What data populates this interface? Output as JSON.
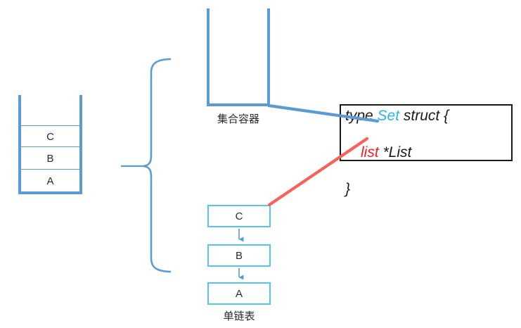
{
  "colors": {
    "primary_blue": "#5B9BD5",
    "linked_list_border": "#55C4F2",
    "red_connector": "#FA6156",
    "code_type_name_color": "#29B5EF",
    "code_field_name_color": "#F81D1D",
    "text_color": "#2b2b2b",
    "code_box_border": "#1a1a1a"
  },
  "stack_container": {
    "cells": [
      "C",
      "B",
      "A"
    ]
  },
  "set_container": {
    "label": "集合容器"
  },
  "code_box": {
    "keyword": "type ",
    "type_name": "Set",
    "struct_open": " struct {",
    "field_name": "list",
    "field_type": " *List",
    "close": "}"
  },
  "linked_list": {
    "nodes": [
      "C",
      "B",
      "A"
    ],
    "label": "单链表"
  }
}
